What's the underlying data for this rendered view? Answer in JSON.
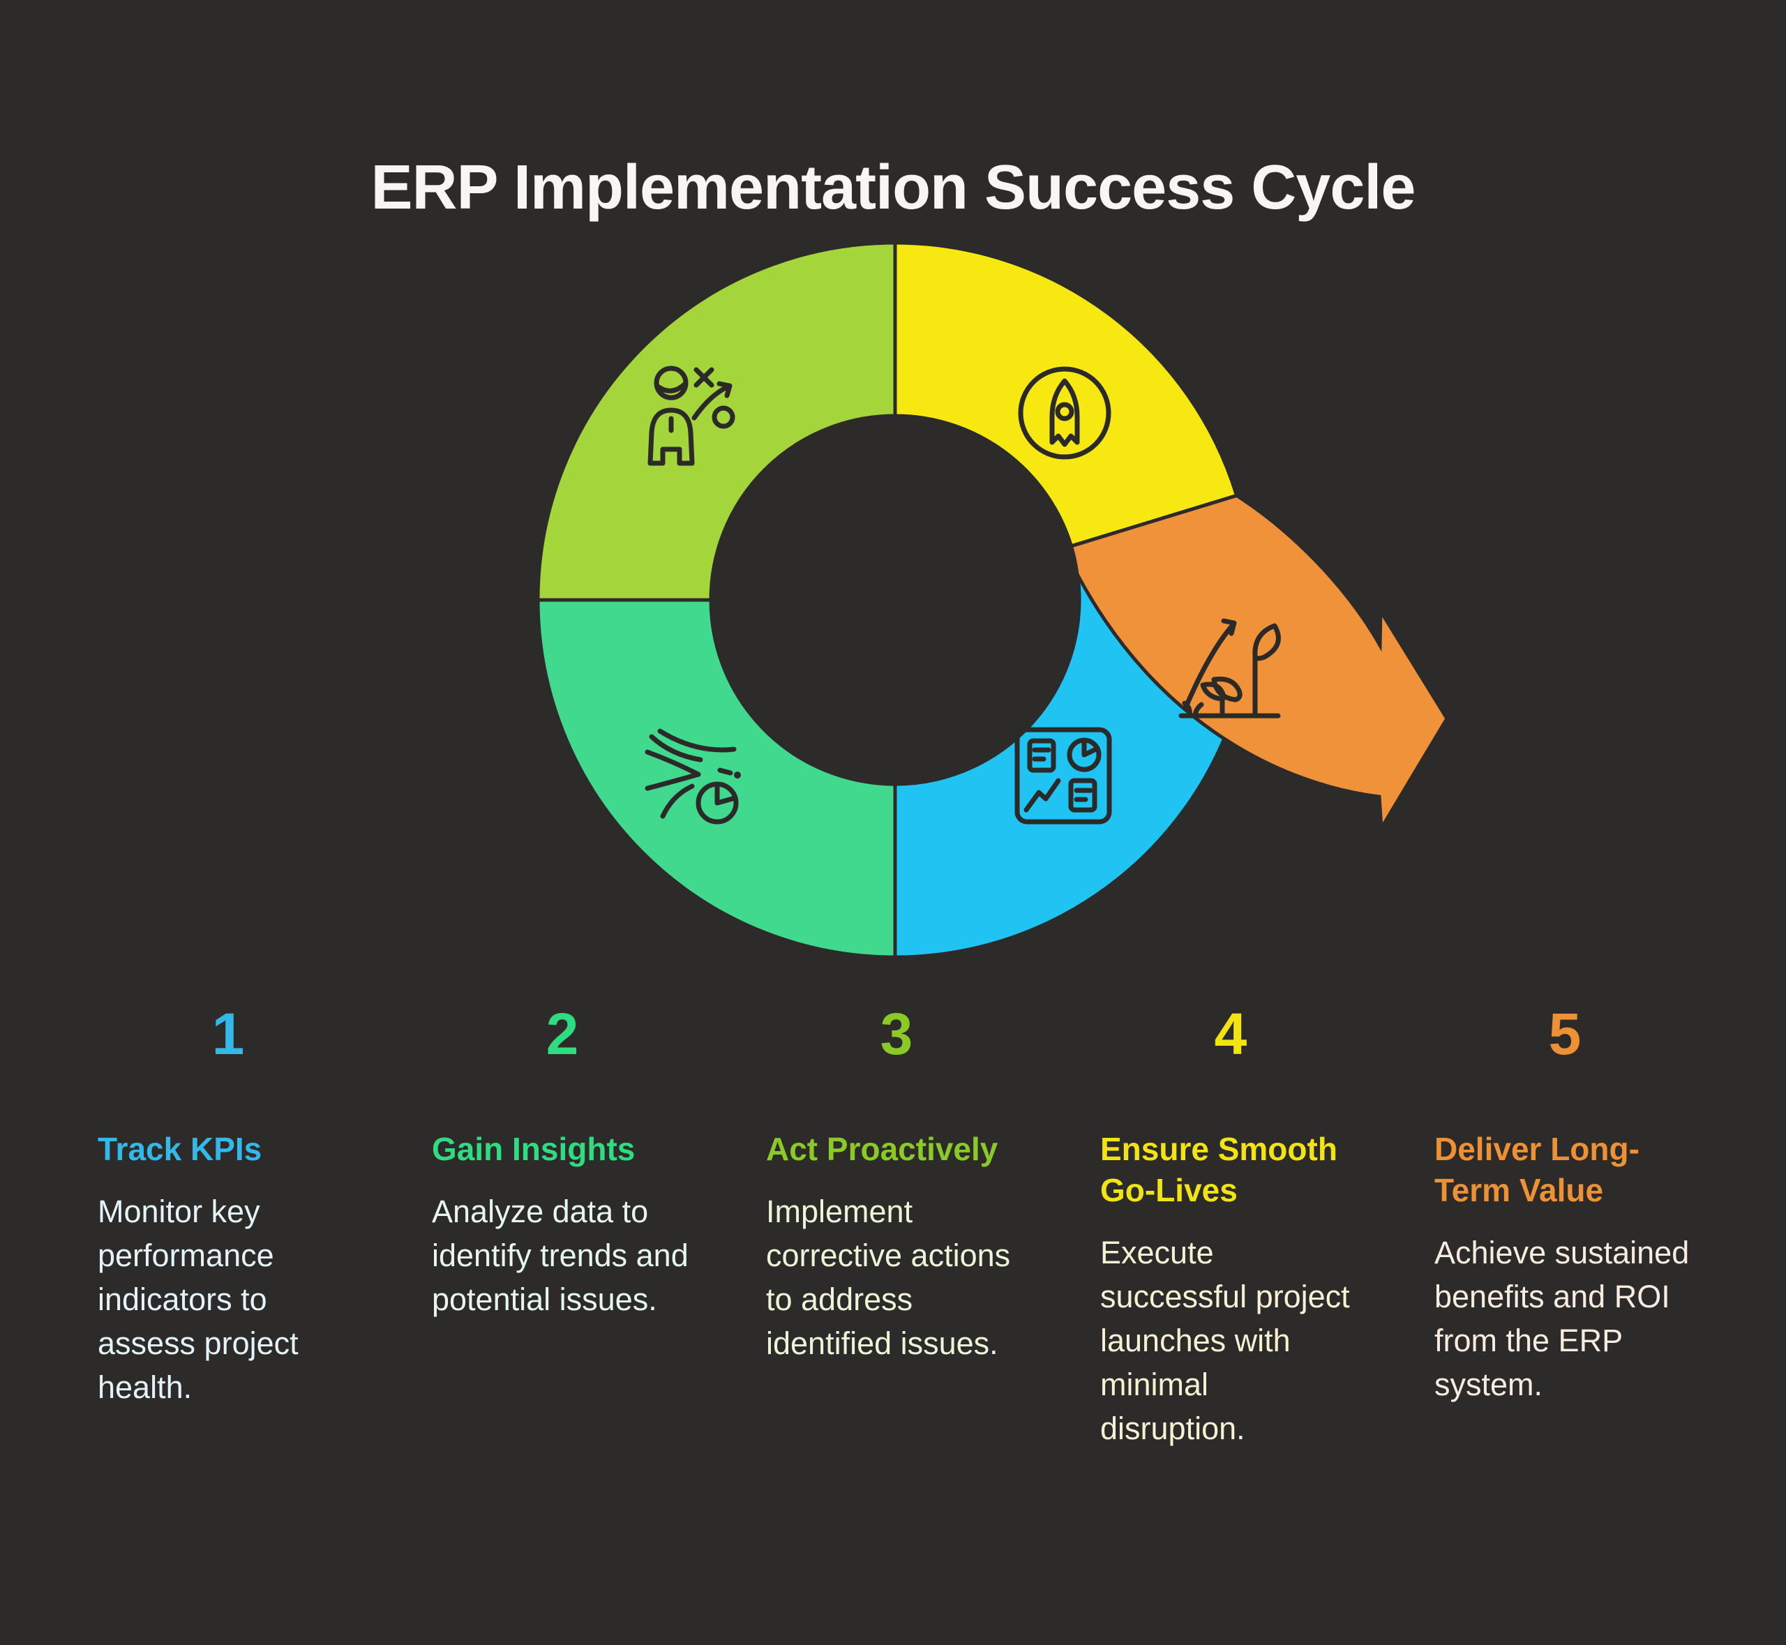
{
  "title": "ERP Implementation Success Cycle",
  "colors": {
    "background": "#2c2b2a",
    "title_text": "#f7f6f4",
    "segment_green": "#a4d53b",
    "segment_yellow": "#f8e812",
    "segment_teal": "#41d98d",
    "segment_blue": "#20c4f2",
    "segment_orange": "#f0923a",
    "icon_stroke": "#2b2a28",
    "accent_blue": "#33b8e8",
    "accent_teal": "#2edc82",
    "accent_lime": "#8bc926",
    "accent_yellow": "#f2e312",
    "accent_orange": "#ee9134"
  },
  "diagram": {
    "type": "cycle-with-exit-arrow",
    "segments": [
      {
        "position": "top-left-quadrant",
        "color": "#a4d53b",
        "icon": "strategy-icon"
      },
      {
        "position": "top-right-quadrant",
        "color": "#f8e812",
        "icon": "rocket-icon"
      },
      {
        "position": "bottom-left-quadrant",
        "color": "#41d98d",
        "icon": "wind-gauge-icon"
      },
      {
        "position": "bottom-right-quadrant",
        "color": "#20c4f2",
        "icon": "dashboard-icon"
      },
      {
        "position": "exit-arrow-right",
        "color": "#f0923a",
        "icon": "growth-icon"
      }
    ]
  },
  "steps": [
    {
      "number": "1",
      "accent": "#33b8e8",
      "heading": "Track KPIs",
      "body": "Monitor key performance indicators to assess project health.",
      "body_color": "#e3f3f7"
    },
    {
      "number": "2",
      "accent": "#2edc82",
      "heading": "Gain Insights",
      "body": "Analyze data to identify trends and potential issues.",
      "body_color": "#e6f7ee"
    },
    {
      "number": "3",
      "accent": "#8bc926",
      "heading": "Act Proactively",
      "body": "Implement corrective actions to address identified issues.",
      "body_color": "#edf5d9"
    },
    {
      "number": "4",
      "accent": "#f2e312",
      "heading": "Ensure Smooth Go-Lives",
      "body": "Execute successful project launches with minimal disruption.",
      "body_color": "#f6f1d4"
    },
    {
      "number": "5",
      "accent": "#ee9134",
      "heading": "Deliver Long-Term Value",
      "body": "Achieve sustained benefits and ROI from the ERP system.",
      "body_color": "#f8ecdf"
    }
  ]
}
